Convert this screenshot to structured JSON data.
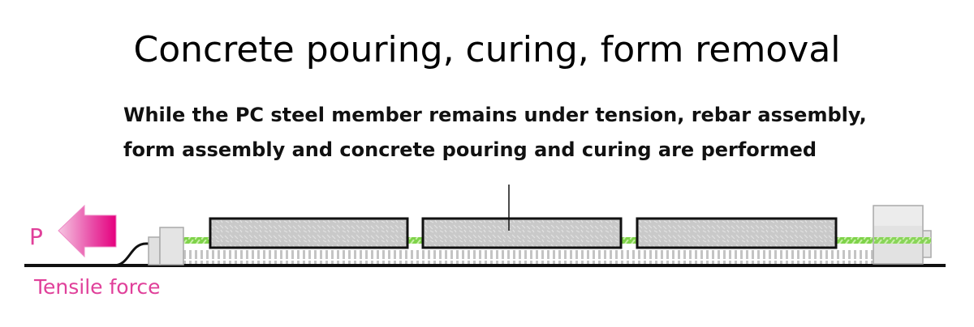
{
  "title": "Concrete pouring, curing, form removal",
  "description": {
    "line1": "While the PC steel member remains under tension, rebar assembly,",
    "line2": "form assembly and concrete pouring and curing are performed"
  },
  "diagram": {
    "force_symbol": "P",
    "force_label": "Tensile force",
    "colors": {
      "force": "#e6007e",
      "strand": "#7fd34a",
      "concrete": "#c8c8c8"
    }
  }
}
